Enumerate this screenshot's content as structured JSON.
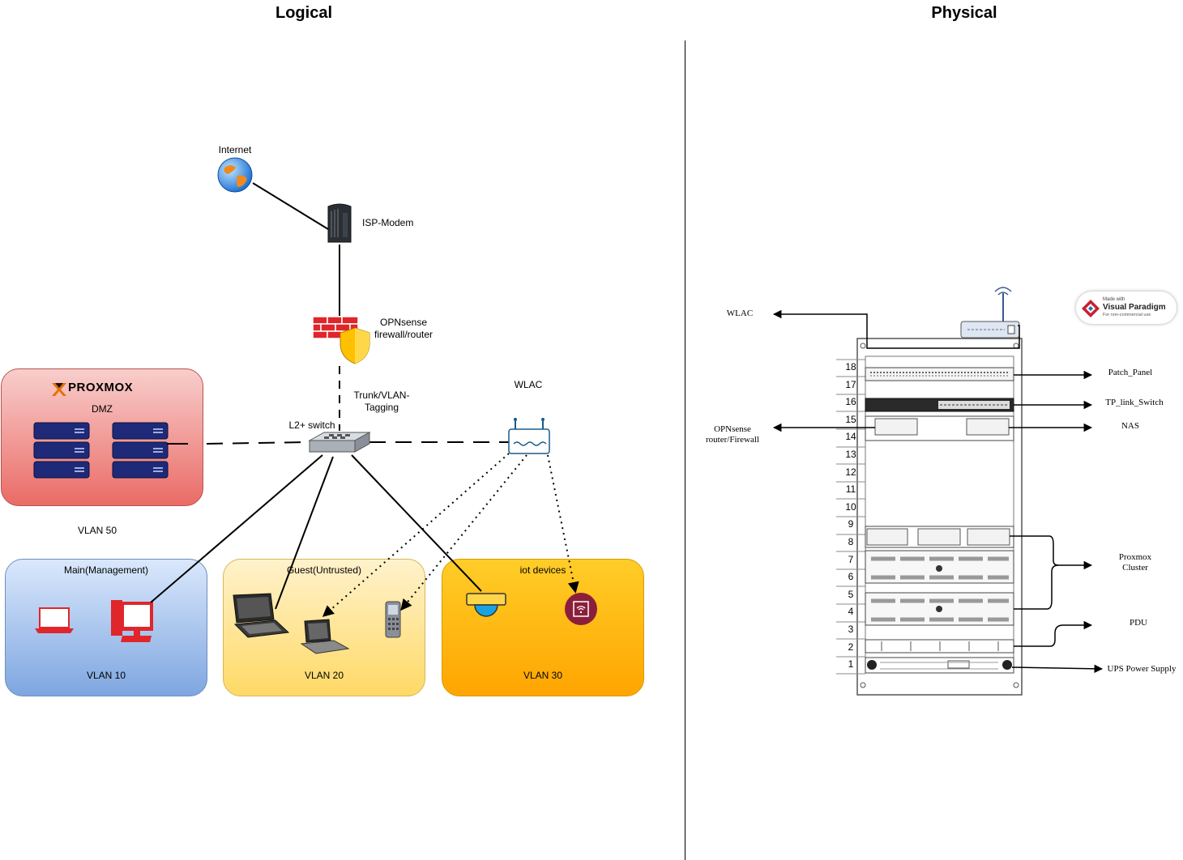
{
  "titles": {
    "logical": "Logical",
    "physical": "Physical"
  },
  "logical": {
    "internet": "Internet",
    "modem": "ISP-Modem",
    "firewall_line1": "OPNsense",
    "firewall_line2": "firewall/router",
    "trunk_line1": "Trunk/VLAN-",
    "trunk_line2": "Tagging",
    "switch": "L2+ switch",
    "wlac": "WLAC",
    "proxmox_logo": "PROXMOX",
    "dmz": "DMZ",
    "vlan50": "VLAN 50",
    "zones": [
      {
        "title": "Main(Management)",
        "vlan": "VLAN 10"
      },
      {
        "title": "Guest(Untrusted)",
        "vlan": "VLAN 20"
      },
      {
        "title": "iot devices",
        "vlan": "VLAN 30"
      }
    ]
  },
  "physical": {
    "rack_units": [
      "18",
      "17",
      "16",
      "15",
      "14",
      "13",
      "12",
      "11",
      "10",
      "9",
      "8",
      "7",
      "6",
      "5",
      "4",
      "3",
      "2",
      "1"
    ],
    "labels": {
      "wlac": "WLAC",
      "patch_panel": "Patch_Panel",
      "switch": "TP_link_Switch",
      "nas": "NAS",
      "opnsense_line1": "OPNsense",
      "opnsense_line2": "router/Firewall",
      "proxmox_line1": "Proxmox",
      "proxmox_line2": "Cluster",
      "pdu": "PDU",
      "ups": "UPS Power Supply"
    },
    "badge": {
      "small": "Made with",
      "brand": "Visual Paradigm",
      "note": "For non-commercial use"
    }
  },
  "colors": {
    "dmz_top": "#f8cecc",
    "dmz_bottom": "#ea6b66",
    "main_top": "#dae8fc",
    "main_bottom": "#7ea6e0",
    "guest_top": "#fff2cc",
    "guest_bottom": "#ffd966",
    "iot_top": "#ffcd28",
    "iot_bottom": "#ffa500",
    "server": "#1e2a78",
    "firewall": "#e0262b",
    "pc": "#e0262b"
  }
}
